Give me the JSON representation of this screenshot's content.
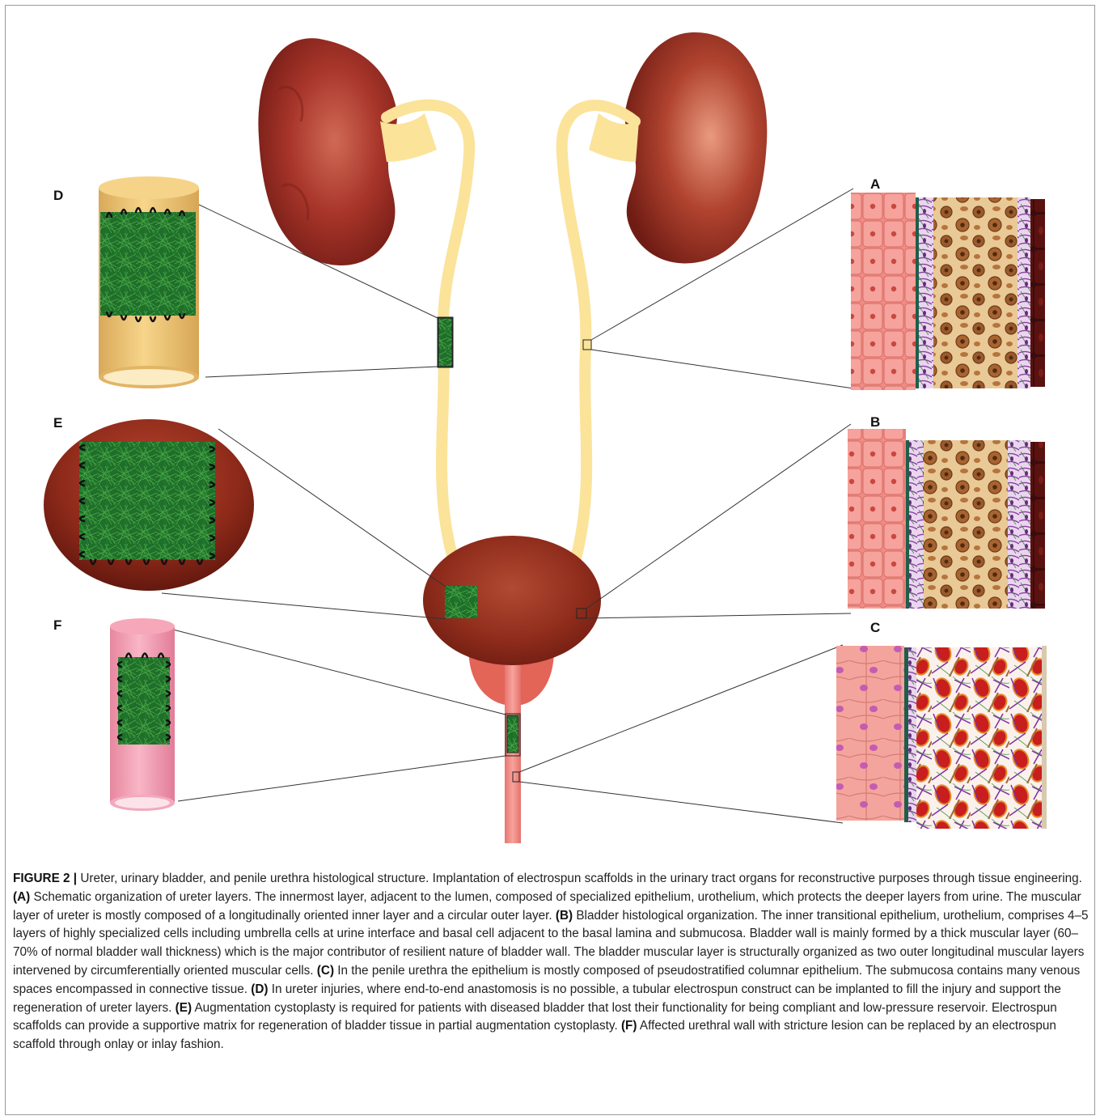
{
  "panel_labels": {
    "a": "A",
    "b": "B",
    "c": "C",
    "d": "D",
    "e": "E",
    "f": "F"
  },
  "caption": {
    "figure_label": "FIGURE 2 |",
    "intro": " Ureter, urinary bladder, and penile urethra histological structure. Implantation of electrospun scaffolds in the urinary tract organs for reconstructive purposes through tissue engineering. ",
    "a_tag": "(A)",
    "a_text": " Schematic organization of ureter layers. The innermost layer, adjacent to the lumen, composed of specialized epithelium, urothelium, which protects the deeper layers from urine. The muscular layer of ureter is mostly composed of a longitudinally oriented inner layer and a circular outer layer. ",
    "b_tag": "(B)",
    "b_text": " Bladder histological organization. The inner transitional epithelium, urothelium, comprises 4–5 layers of highly specialized cells including umbrella cells at urine interface and basal cell adjacent to the basal lamina and submucosa. Bladder wall is mainly formed by a thick muscular layer (60–70% of normal bladder wall thickness) which is the major contributor of resilient nature of bladder wall. The bladder muscular layer is structurally organized as two outer longitudinal muscular layers intervened by circumferentially oriented muscular cells. ",
    "c_tag": "(C)",
    "c_text": " In the penile urethra the epithelium is mostly composed of pseudostratified columnar epithelium. The submucosa contains many venous spaces encompassed in connective tissue. ",
    "d_tag": "(D)",
    "d_text": " In ureter injuries, where end-to-end anastomosis is no possible, a tubular electrospun construct can be implanted to fill the injury and support the regeneration of ureter layers. ",
    "e_tag": "(E)",
    "e_text": " Augmentation cystoplasty is required for patients with diseased bladder that lost their functionality for being compliant and low-pressure reservoir. Electrospun scaffolds can provide a supportive matrix for regeneration of bladder tissue in partial augmentation cystoplasty. ",
    "f_tag": "(F)",
    "f_text": " Affected urethral wall with stricture lesion can be replaced by an electrospun scaffold through onlay or inlay fashion."
  },
  "colors": {
    "kidney": "#9e2a22",
    "ureter": "#fbe39a",
    "bladder": "#8e2a1a",
    "urethra": "#f08a86",
    "scaffold": "#1f7a2e",
    "urothelium": "#f08b86",
    "muscle_bg": "#e9c996",
    "suture": "#111111"
  }
}
